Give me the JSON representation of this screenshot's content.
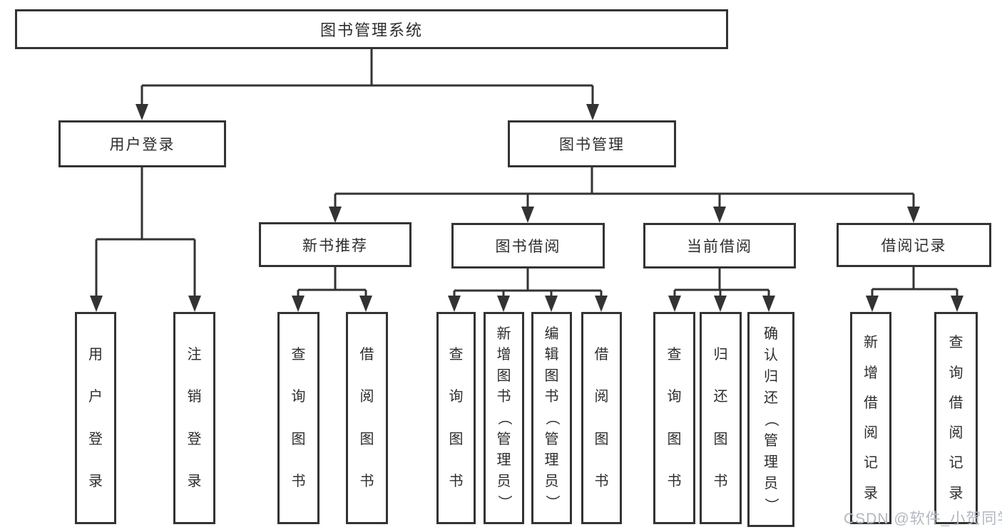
{
  "colors": {
    "line": "#333333",
    "box_border": "#333333",
    "text": "#2d2d2d",
    "watermark": "#b3b7bf",
    "background": "#ffffff"
  },
  "tree": {
    "root": {
      "label": "图书管理系统"
    },
    "branches": {
      "user_login": {
        "label": "用户登录",
        "children": {
          "login": "用户登录",
          "logout": "注销登录"
        }
      },
      "book_mgmt": {
        "label": "图书管理",
        "children": {
          "new_book_rec": {
            "label": "新书推荐",
            "children": {
              "query_book": "查询图书",
              "borrow_book": "借阅图书"
            }
          },
          "book_borrow": {
            "label": "图书借阅",
            "children": {
              "query_book": "查询图书",
              "add_book": "新增图书（管理员）",
              "edit_book": "编辑图书（管理员）",
              "borrow_book": "借阅图书"
            }
          },
          "current_borrow": {
            "label": "当前借阅",
            "children": {
              "query_book": "查询图书",
              "return_book": "归还图书",
              "confirm_return": "确认归还（管理员）"
            }
          },
          "borrow_record": {
            "label": "借阅记录",
            "children": {
              "add_record": "新增借阅记录",
              "query_record": "查询借阅记录"
            }
          }
        }
      }
    }
  },
  "watermark": {
    "text": "CSDN @软件_小贺同学"
  }
}
